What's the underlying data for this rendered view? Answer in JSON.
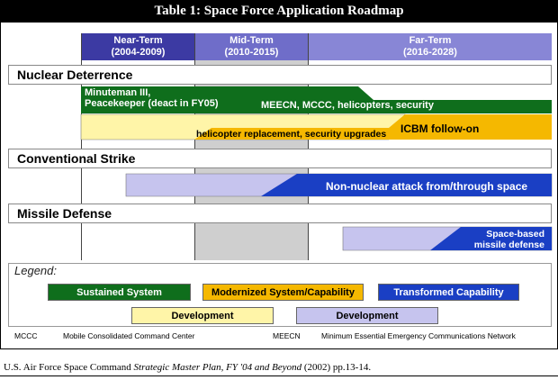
{
  "title": "Table 1: Space Force Application Roadmap",
  "periods": [
    {
      "name": "Near-Term",
      "years": "(2004-2009)",
      "color": "#3c3aa3"
    },
    {
      "name": "Mid-Term",
      "years": "(2010-2015)",
      "color": "#6f6dc9"
    },
    {
      "name": "Far-Term",
      "years": "(2016-2028)",
      "color": "#8886d6"
    }
  ],
  "sections": {
    "nuclear": "Nuclear Deterrence",
    "strike": "Conventional Strike",
    "missile": "Missile Defense"
  },
  "bars": {
    "minuteman_line1": "Minuteman III,",
    "minuteman_line2": "Peacekeeper (deact in FY05)",
    "meecn": "MEECN, MCCC, helicopters, security",
    "icbm": "ICBM follow-on",
    "helicopter": "helicopter replacement, security upgrades",
    "nonnuclear": "Non-nuclear attack from/through space",
    "spacebased_line1": "Space-based",
    "spacebased_line2": "missile defense"
  },
  "legend": {
    "title": "Legend:",
    "sustained": "Sustained System",
    "modernized": "Modernized System/Capability",
    "transformed": "Transformed Capability",
    "dev1": "Development",
    "dev2": "Development"
  },
  "abbreviations": [
    {
      "abbr": "MCCC",
      "meaning": "Mobile Consolidated Command Center"
    },
    {
      "abbr": "MEECN",
      "meaning": "Minimum Essential Emergency Communications Network"
    }
  ],
  "caption": {
    "pre": "U.S. Air Force Space Command ",
    "italic": "Strategic Master Plan, FY '04 and Beyond",
    "post": " (2002) pp.13-14."
  },
  "colors": {
    "green": "#0f6e1c",
    "orange": "#f5b800",
    "blue": "#1a3fc4",
    "light_yellow": "#fff5a8",
    "lavender": "#c6c4ee",
    "gray": "#cfcfcf"
  }
}
